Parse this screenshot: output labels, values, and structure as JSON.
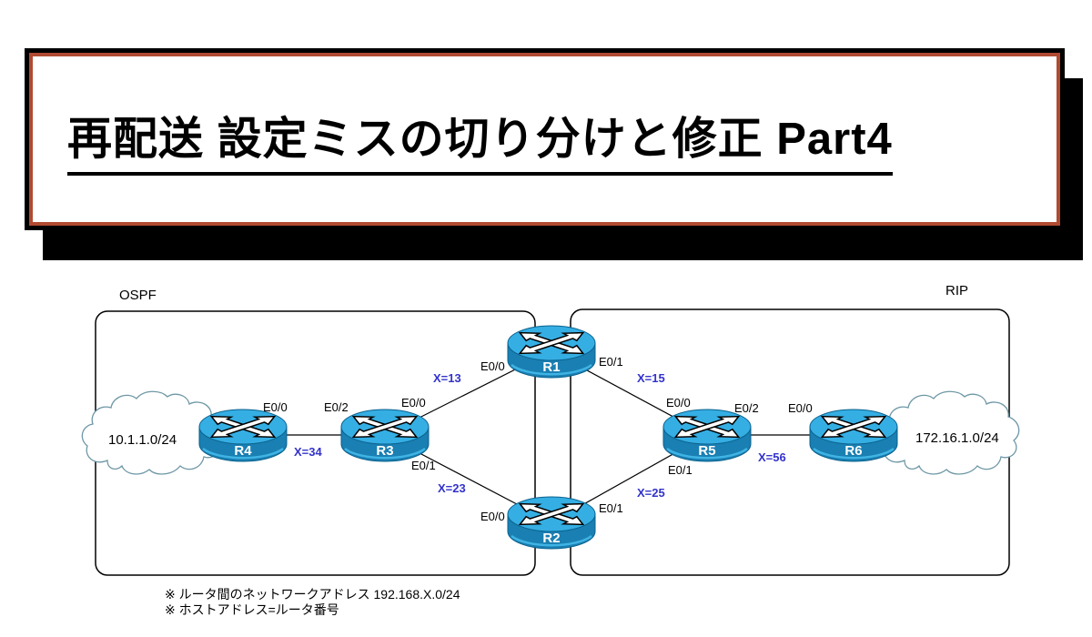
{
  "title": {
    "text": "再配送 設定ミスの切り分けと修正 Part4"
  },
  "colors": {
    "title_inner_border": "#b04a31",
    "title_shadow": "#000000",
    "router_top": "#35aee3",
    "router_body": "#1a7fb2",
    "router_outline": "#0a628e",
    "cost_label_blue": "#3333cc",
    "cloud_outline": "#6e97a5",
    "link_line": "#000000"
  },
  "diagram": {
    "areas": [
      {
        "id": "ospf",
        "label": "OSPF"
      },
      {
        "id": "rip",
        "label": "RIP"
      }
    ],
    "clouds": [
      {
        "label": "10.1.1.0/24"
      },
      {
        "label": "172.16.1.0/24"
      }
    ],
    "routers": [
      {
        "name": "R1"
      },
      {
        "name": "R2"
      },
      {
        "name": "R3"
      },
      {
        "name": "R4"
      },
      {
        "name": "R5"
      },
      {
        "name": "R6"
      }
    ],
    "interfaces": {
      "r4_e00": "E0/0",
      "r3_e02": "E0/2",
      "r3_e00": "E0/0",
      "r3_e01": "E0/1",
      "r1_e00": "E0/0",
      "r1_e01": "E0/1",
      "r2_e00": "E0/0",
      "r2_e01": "E0/1",
      "r5_e00": "E0/0",
      "r5_e01": "E0/1",
      "r5_e02": "E0/2",
      "r6_e00": "E0/0"
    },
    "costs": {
      "x13": "X=13",
      "x34": "X=34",
      "x23": "X=23",
      "x15": "X=15",
      "x25": "X=25",
      "x56": "X=56"
    },
    "notes": [
      "※ ルータ間のネットワークアドレス 192.168.X.0/24",
      "※ ホストアドレス=ルータ番号"
    ]
  }
}
